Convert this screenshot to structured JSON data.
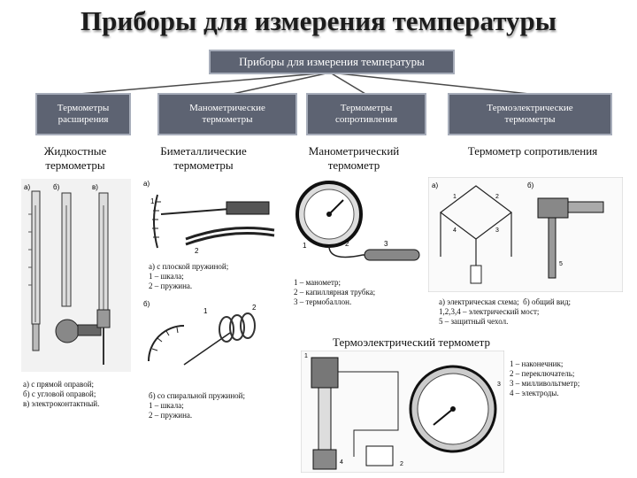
{
  "title": "Приборы для измерения температуры",
  "root_box": "Приборы для измерения температуры",
  "categories": [
    {
      "line1": "Термометры",
      "line2": "расширения"
    },
    {
      "line1": "Манометрические",
      "line2": "термометры"
    },
    {
      "line1": "Термометры",
      "line2": "сопротивления"
    },
    {
      "line1": "Термоэлектрические",
      "line2": "термометры"
    }
  ],
  "subheads": {
    "liquid": {
      "line1": "Жидкостные",
      "line2": "термометры"
    },
    "bimetal": {
      "line1": "Биметаллические",
      "line2": "термометры"
    },
    "manometric": {
      "line1": "Манометрический",
      "line2": "термометр"
    },
    "resistance": "Термометр сопротивления",
    "thermoelectric": "Термоэлектрический термометр"
  },
  "captions": {
    "liquid": [
      "а) с прямой оправой;",
      "б) с угловой оправой;",
      "в) электроконтактный."
    ],
    "bimetal_a": [
      "а) с плоской пружиной;",
      "1 – шкала;",
      "2 – пружина."
    ],
    "bimetal_b": [
      "б) со спиральной пружиной;",
      "1 – шкала;",
      "2 – пружина."
    ],
    "manometric": [
      "1 – манометр;",
      "2 – капиллярная трубка;",
      "3 – термобаллон."
    ],
    "resistance": [
      "а) электрическая схема;  б) общий вид;",
      "1,2,3,4 – электрический мост;",
      "5 – защитный чехол."
    ],
    "thermoelectric": [
      "1 – наконечник;",
      "2 – переключатель;",
      "3 – милливольтметр;",
      "4 – электроды."
    ]
  },
  "figure_marks": {
    "a": "а)",
    "b": "б)",
    "v": "в)",
    "n1": "1",
    "n2": "2",
    "n3": "3",
    "n4": "4",
    "n5": "5"
  },
  "colors": {
    "box_fill": "#5d6372",
    "box_border": "#a7adba",
    "line": "#4a4a4a"
  }
}
